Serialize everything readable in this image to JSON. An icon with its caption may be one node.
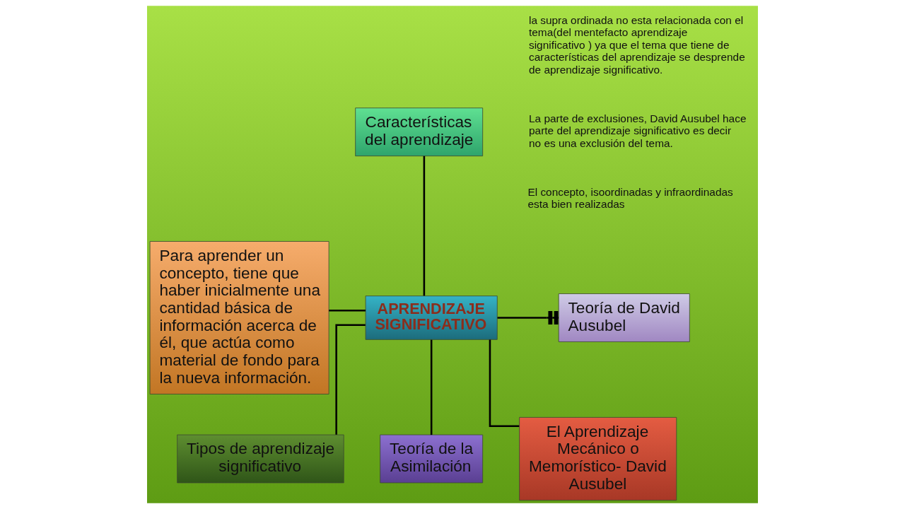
{
  "diagram": {
    "nodes": [
      {
        "text": [
          "Características del aprendizaje"
        ]
      },
      {
        "text": [
          "Para aprender un concepto, tiene que haber inicialmente una cantidad básica de información acerca de él, que actúa como material de fondo para la nueva información."
        ]
      },
      {
        "text": [
          "APRENDIZAJE SIGNIFICATIVO"
        ]
      },
      {
        "text": [
          "Teoría de David Ausubel"
        ]
      },
      {
        "text": [
          "Tipos de aprendizaje significativo"
        ]
      },
      {
        "text": [
          "Teoría de la Asimilación"
        ]
      },
      {
        "text": [
          "El Aprendizaje Mecánico o Memorístico- David Ausubel"
        ]
      }
    ],
    "edges": [
      {
        "from": 0,
        "to": 2,
        "arrow": "none"
      },
      {
        "from": 1,
        "to": 2,
        "arrow": "none"
      },
      {
        "from": 2,
        "to": 3,
        "arrow": "other"
      },
      {
        "from": 2,
        "to": 4,
        "arrow": "none"
      },
      {
        "from": 2,
        "to": 5,
        "arrow": "none"
      },
      {
        "from": 2,
        "to": 6,
        "arrow": "none"
      }
    ],
    "labels": [
      "la supra ordinada no esta relacionada con el tema(del mentefacto aprendizaje significativo ) ya que el tema que tiene de características del aprendizaje se desprende de aprendizaje significativo.",
      "La parte de exclusiones, David Ausubel hace parte del aprendizaje significativo es decir no es una exclusión del tema.",
      "El concepto, isoordinadas y infraordinadas esta bien realizadas"
    ]
  }
}
